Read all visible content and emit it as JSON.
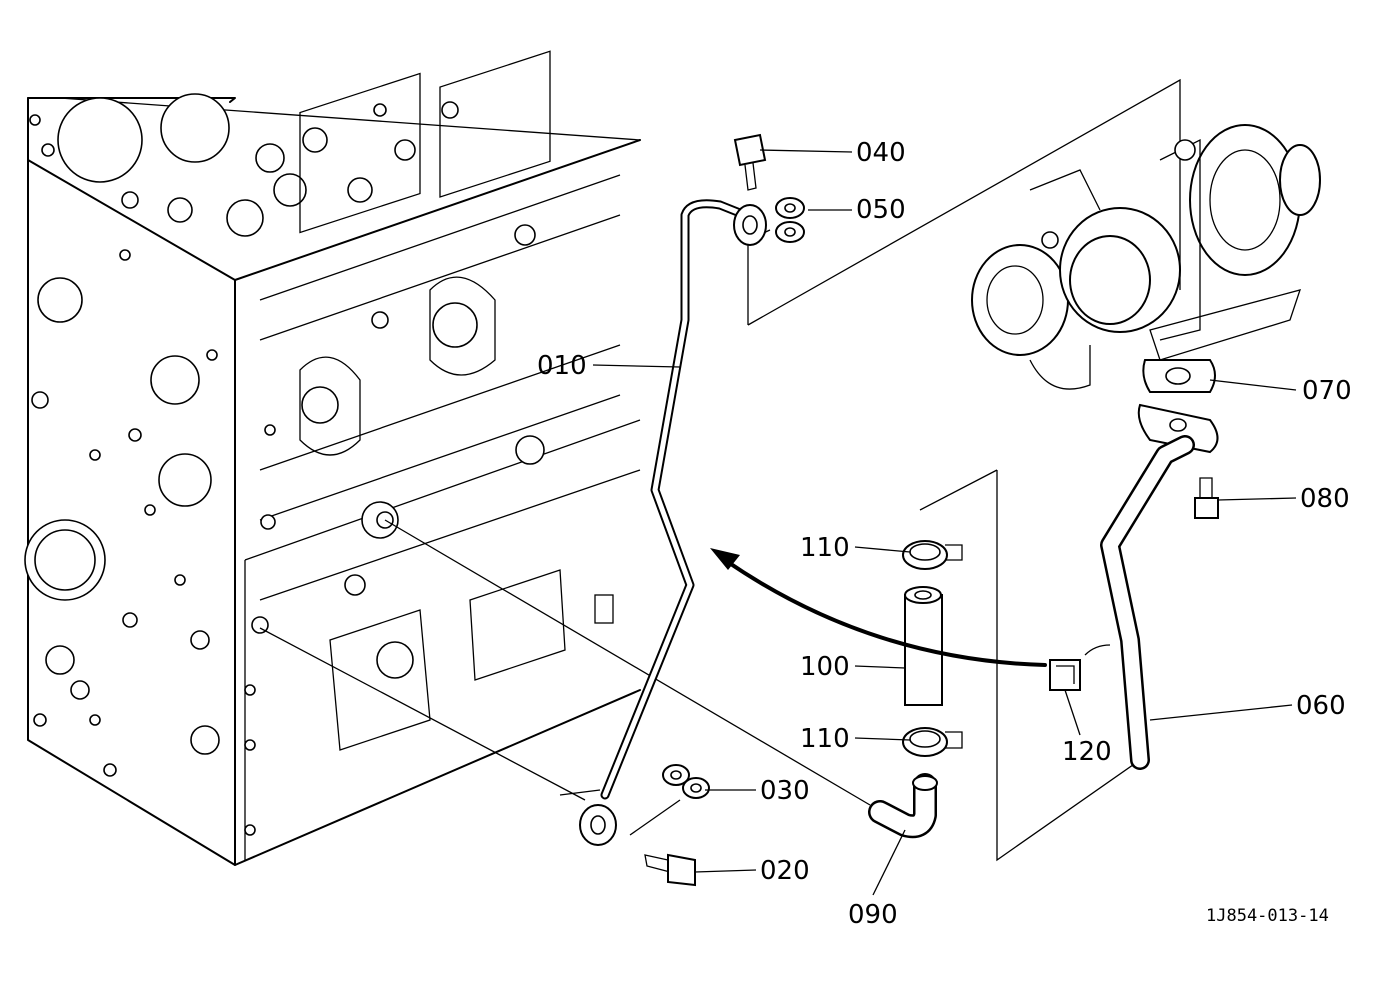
{
  "diagram": {
    "drawing_code": "1J854-013-14",
    "parts": [
      {
        "id": "pipe-010",
        "label": "010"
      },
      {
        "id": "bolt-020",
        "label": "020"
      },
      {
        "id": "gasket-030",
        "label": "030"
      },
      {
        "id": "bolt-040",
        "label": "040"
      },
      {
        "id": "gasket-050",
        "label": "050"
      },
      {
        "id": "pipe-060",
        "label": "060"
      },
      {
        "id": "gasket-070",
        "label": "070"
      },
      {
        "id": "bolt-080",
        "label": "080"
      },
      {
        "id": "elbow-090",
        "label": "090"
      },
      {
        "id": "hose-100",
        "label": "100"
      },
      {
        "id": "clamp-110-upper",
        "label": "110"
      },
      {
        "id": "clamp-110-lower",
        "label": "110"
      },
      {
        "id": "clip-120",
        "label": "120"
      }
    ]
  }
}
